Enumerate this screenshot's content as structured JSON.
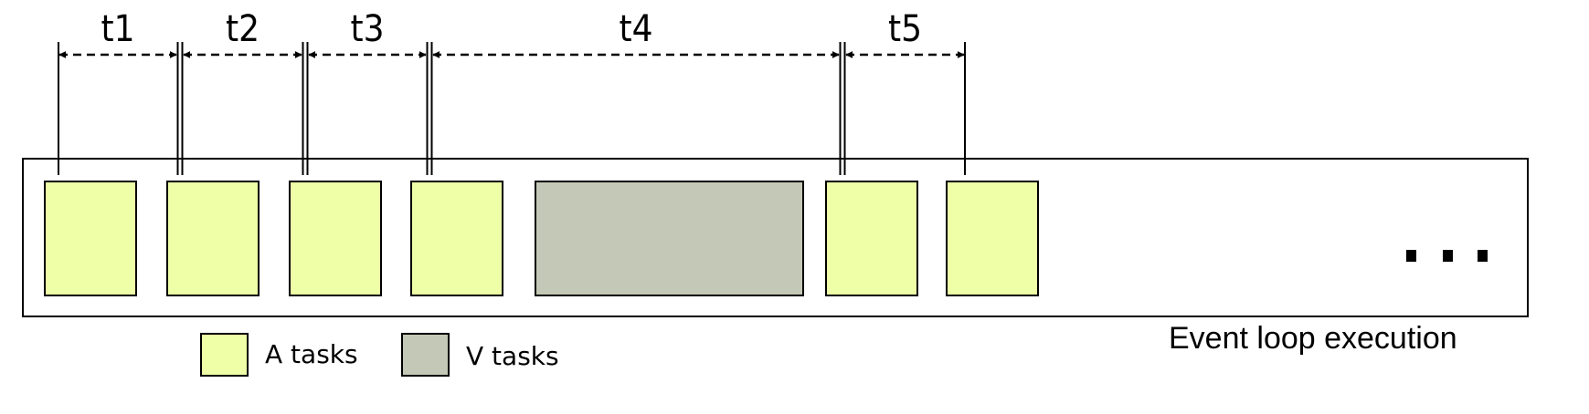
{
  "intervals": [
    "t1",
    "t2",
    "t3",
    "t4",
    "t5"
  ],
  "tasks": [
    {
      "kind": "A"
    },
    {
      "kind": "A"
    },
    {
      "kind": "A"
    },
    {
      "kind": "A"
    },
    {
      "kind": "V"
    },
    {
      "kind": "A"
    },
    {
      "kind": "A"
    }
  ],
  "legend": {
    "a_label": "A tasks",
    "v_label": "V tasks"
  },
  "caption": "Event loop execution",
  "colors": {
    "a_task": "#eeffa8",
    "v_task": "#c4c8b6",
    "stroke": "#000000"
  }
}
